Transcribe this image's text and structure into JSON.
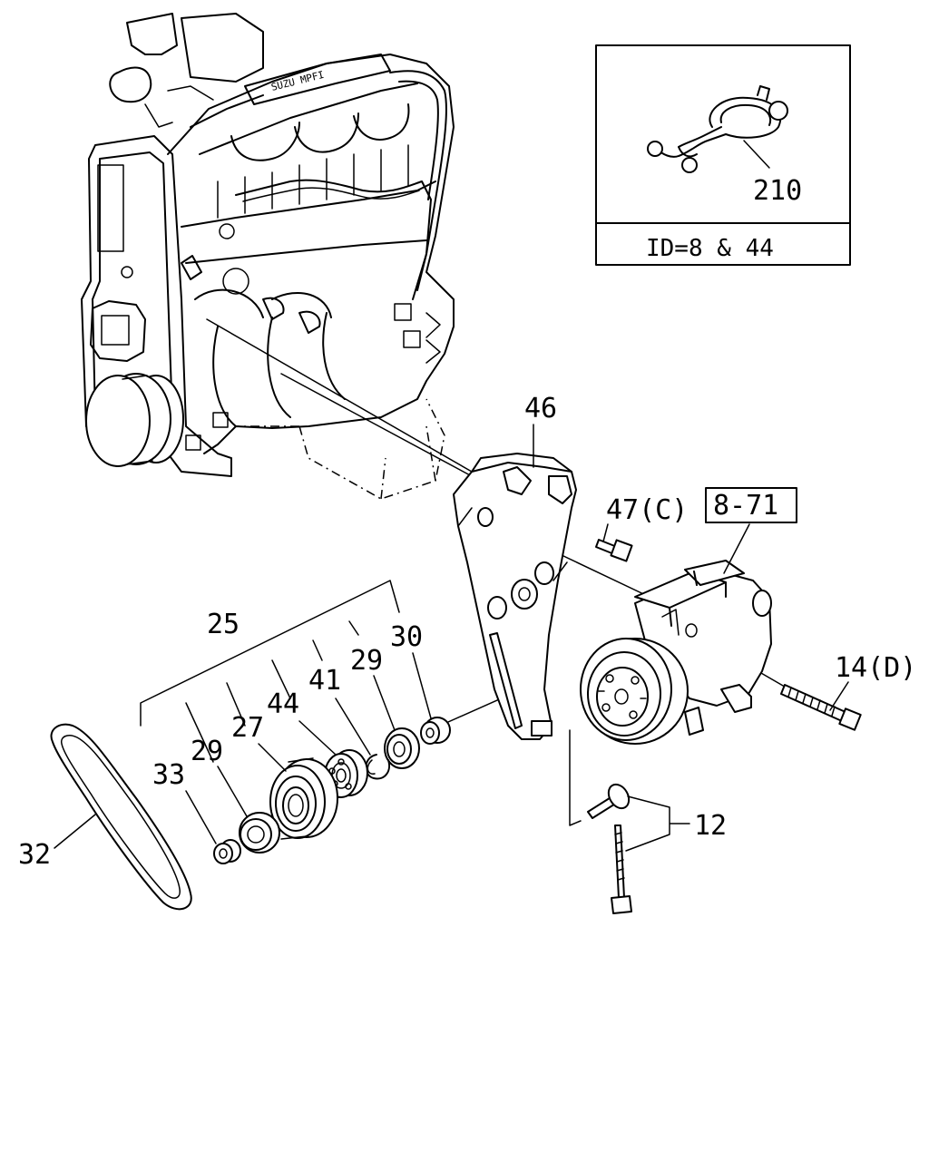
{
  "inset": {
    "part_label": "210",
    "caption": "ID=8 & 44"
  },
  "engine": {
    "brand_text": "SUZU MPFI"
  },
  "callouts": {
    "p46": "46",
    "p47": "47(C)",
    "p8_71": "8-71",
    "p14": "14(D)",
    "p12": "12",
    "p25": "25",
    "p30": "30",
    "p29_upper": "29",
    "p41": "41",
    "p44": "44",
    "p27": "27",
    "p29_lower": "29",
    "p33": "33",
    "p32": "32"
  }
}
